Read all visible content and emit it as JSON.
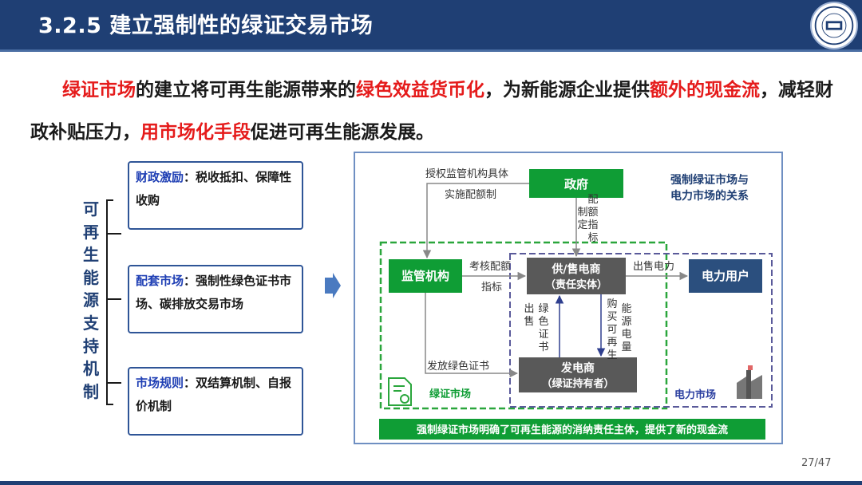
{
  "header": {
    "title": "3.2.5 建立强制性的绿证交易市场"
  },
  "intro": {
    "s1": "绿证市场",
    "s2": "的建立将可再生能源带来的",
    "s3": "绿色效益货币化",
    "s4": "，为新能源企业提供",
    "s5": "额外的现金流",
    "s6": "，减轻财政补贴压力，",
    "s7": "用市场化手段",
    "s8": "促进可再生能源发展。"
  },
  "left": {
    "vertical": [
      "可",
      "再",
      "生",
      "能",
      "源",
      "支",
      "持",
      "机",
      "制"
    ],
    "cards": [
      {
        "k": "财政激励",
        "v": "：税收抵扣、保障性收购"
      },
      {
        "k": "配套市场",
        "v": "：强制性绿色证书市场、碳排放交易市场"
      },
      {
        "k": "市场规则",
        "v": "：双结算机制、自报价机制"
      }
    ]
  },
  "diagram": {
    "title1": "强制绿证市场与",
    "title2": "电力市场的关系",
    "gov": "政府",
    "reg": "监管机构",
    "supplier1": "供/售电商",
    "supplier2": "（责任实体）",
    "user": "电力用户",
    "gen1": "发电商",
    "gen2": "（绿证持有者）",
    "auth1": "授权监管机构具体",
    "auth2": "实施配额制",
    "assess1": "考核配额",
    "assess2": "指标",
    "sell_power": "出售电力",
    "issue": "发放绿色证书",
    "green_zone": "绿证市场",
    "power_zone": "电力市场",
    "footer": "强制绿证市场明确了可再生能源的消纳责任主体，提供了新的现金流",
    "v_zhiding": [
      "制",
      "定"
    ],
    "v_peie": [
      "配",
      "额",
      "指",
      "标"
    ],
    "v_chushou": [
      "出",
      "售"
    ],
    "v_lvse": [
      "绿",
      "色",
      "证",
      "书"
    ],
    "v_goumai": [
      "购",
      "买",
      "可",
      "再",
      "生"
    ],
    "v_nengyuan": [
      "能",
      "源",
      "电",
      "量"
    ]
  },
  "page": "27/47",
  "colors": {
    "header": "#1f3f74",
    "highlight": "#e51b1b",
    "green_box": "#0f9d35",
    "gray_box": "#595959",
    "navy_box": "#2b4f7e"
  }
}
